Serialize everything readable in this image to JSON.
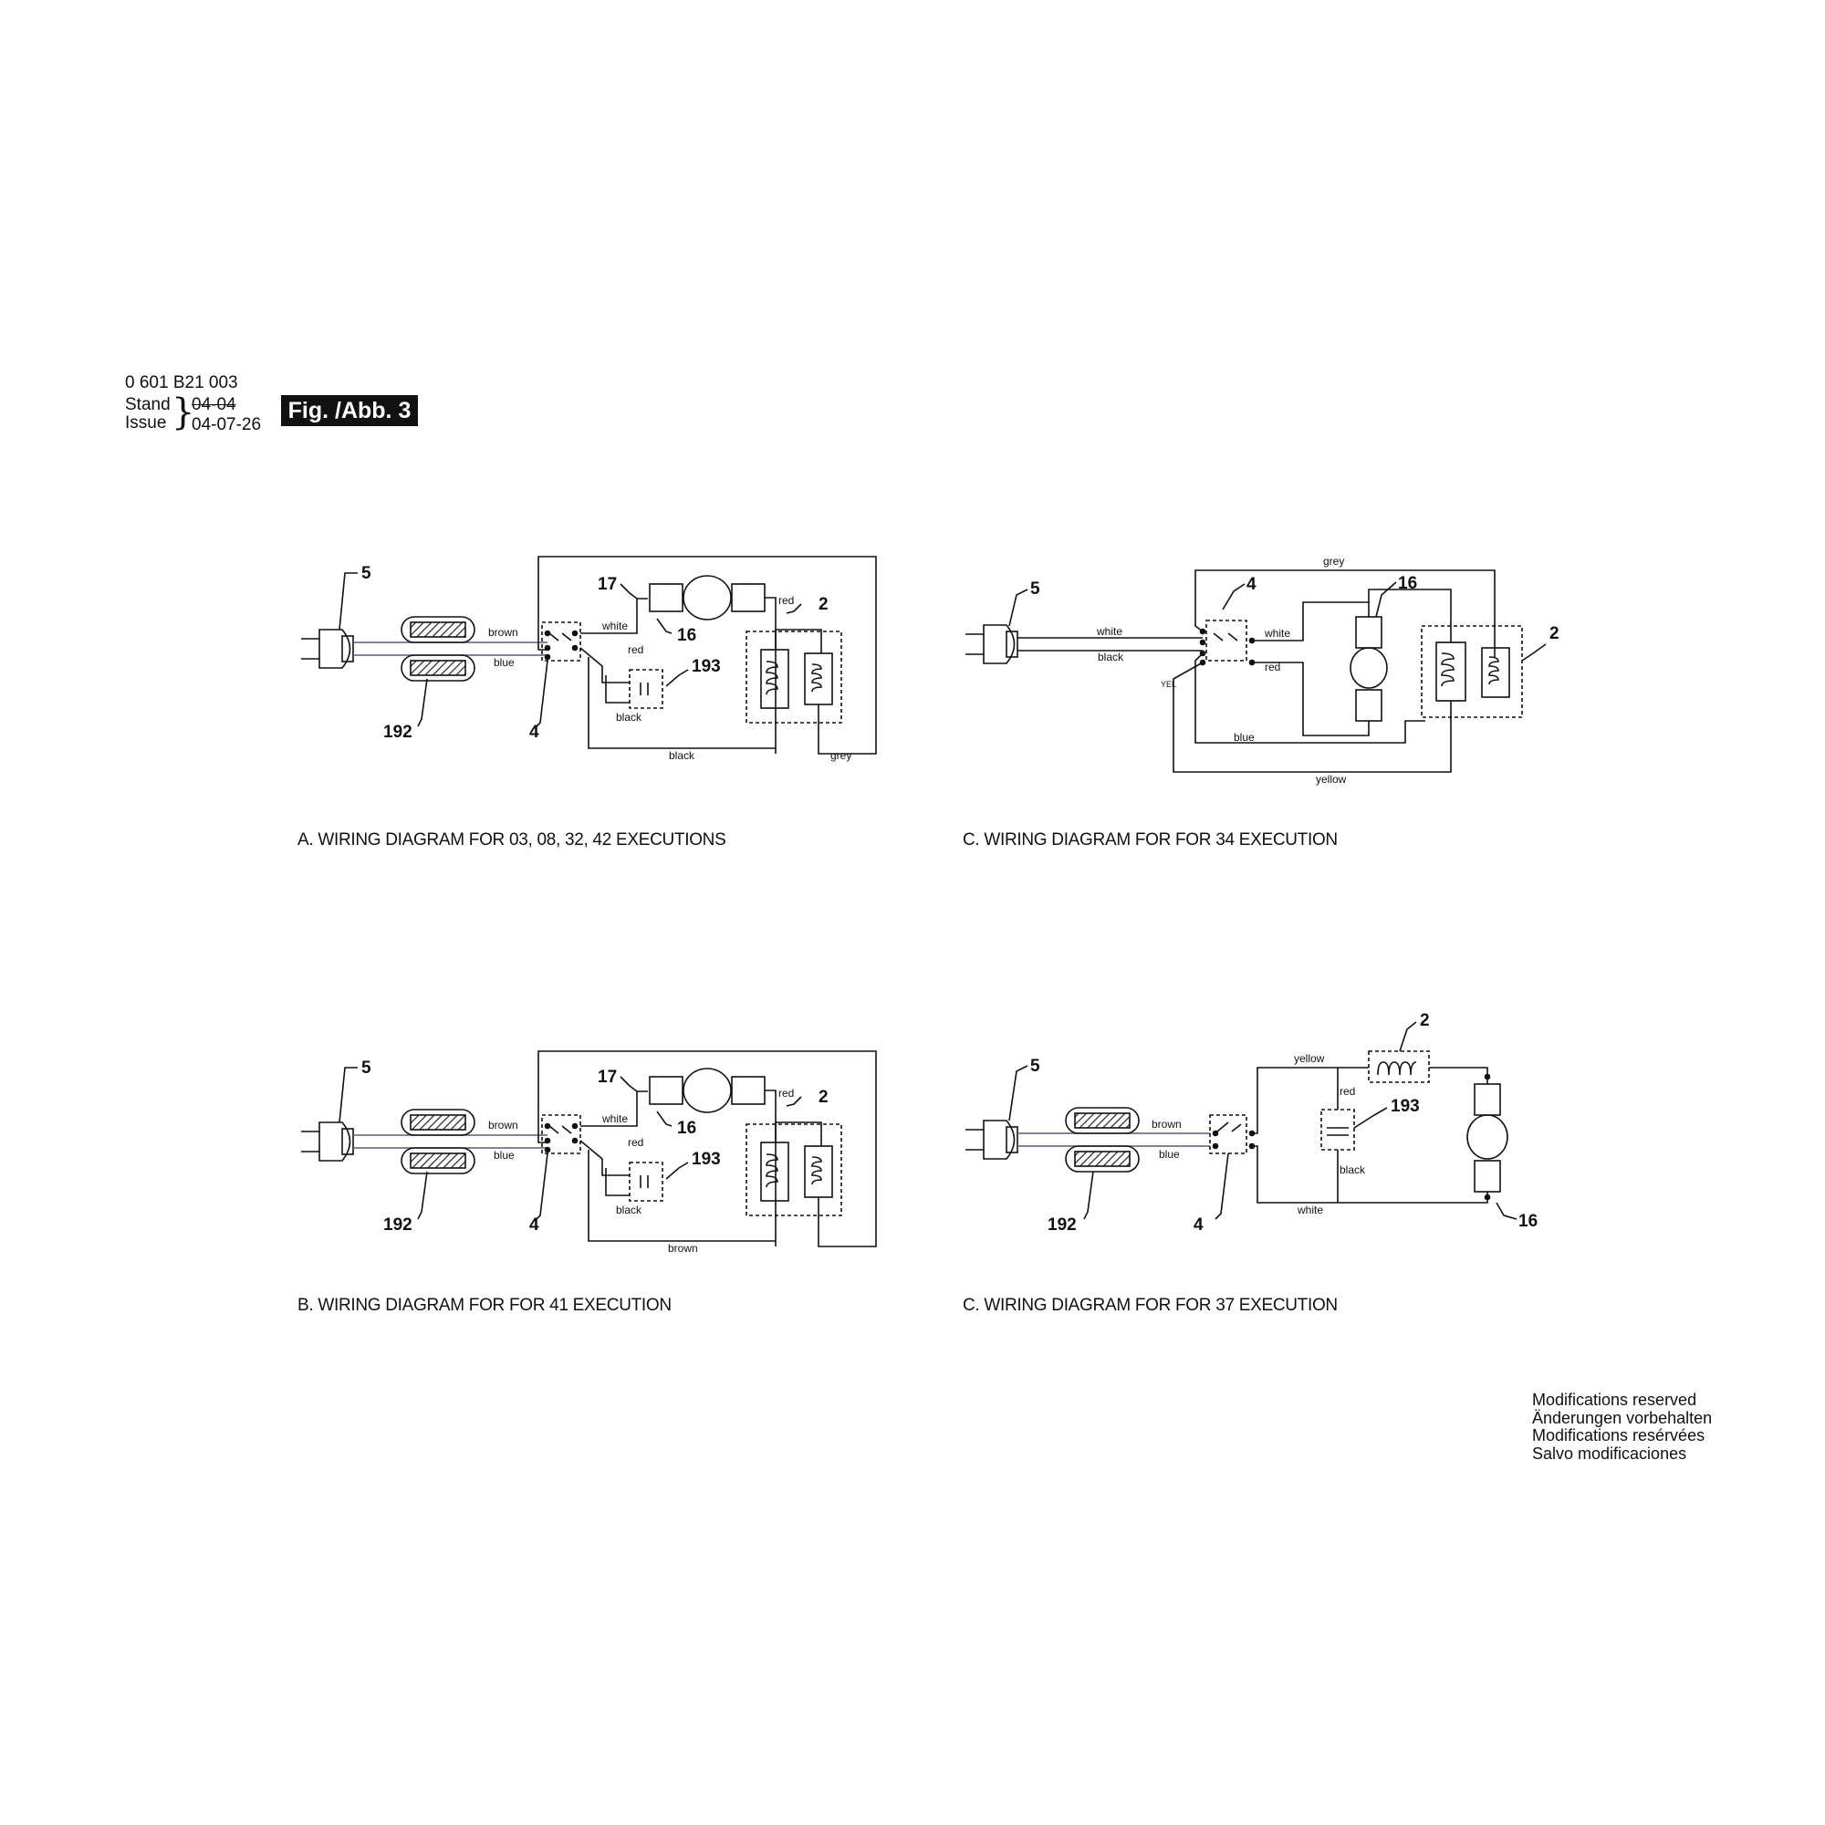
{
  "header": {
    "part_number": "0 601 B21 003",
    "stand_label": "Stand",
    "issue_label": "Issue",
    "old_date": "04-04",
    "new_date": "04-07-26",
    "figure_label": "Fig. /Abb. 3"
  },
  "diagram_a": {
    "caption": "A. WIRING DIAGRAM FOR 03, 08, 32, 42 EXECUTIONS",
    "parts": {
      "plug": "5",
      "choke": "192",
      "switch": "4",
      "capacitor": "193",
      "brush": "17",
      "motor": "16",
      "field": "2"
    },
    "wires": {
      "brown": "brown",
      "blue": "blue",
      "white": "white",
      "red1": "red",
      "red2": "red",
      "black_cap": "black",
      "black_bottom": "black",
      "grey": "grey"
    }
  },
  "diagram_b": {
    "caption": "B. WIRING DIAGRAM FOR FOR 41 EXECUTION",
    "parts": {
      "plug": "5",
      "choke": "192",
      "switch": "4",
      "capacitor": "193",
      "brush": "17",
      "motor": "16",
      "field": "2"
    },
    "wires": {
      "brown": "brown",
      "blue": "blue",
      "white": "white",
      "red1": "red",
      "red2": "red",
      "black_cap": "black",
      "brown_bottom": "brown"
    }
  },
  "diagram_c34": {
    "caption": "C. WIRING DIAGRAM FOR FOR 34 EXECUTION",
    "parts": {
      "plug": "5",
      "switch": "4",
      "motor": "16",
      "field": "2"
    },
    "wires": {
      "grey": "grey",
      "white_in": "white",
      "black_in": "black",
      "white_out": "white",
      "red": "red",
      "yel": "YEL",
      "blue": "blue",
      "yellow": "yellow"
    }
  },
  "diagram_c37": {
    "caption": "C. WIRING DIAGRAM FOR FOR 37 EXECUTION",
    "parts": {
      "plug": "5",
      "choke": "192",
      "switch": "4",
      "capacitor": "193",
      "field": "2",
      "motor": "16"
    },
    "wires": {
      "brown": "brown",
      "blue": "blue",
      "yellow": "yellow",
      "red": "red",
      "black": "black",
      "white": "white"
    }
  },
  "footer": {
    "lines": [
      "Modifications reserved",
      "Änderungen vorbehalten",
      "Modifications resérvées",
      "Salvo modificaciones"
    ]
  }
}
